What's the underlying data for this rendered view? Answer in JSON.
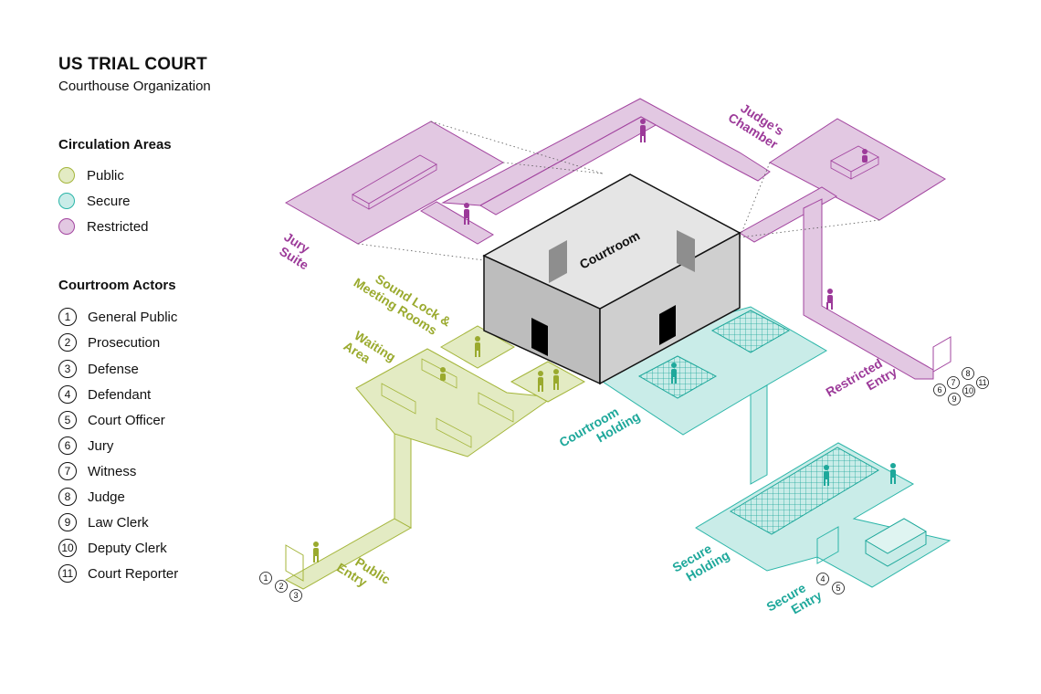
{
  "header": {
    "title": "US TRIAL COURT",
    "subtitle": "Courthouse Organization"
  },
  "legend": {
    "circulation_title": "Circulation Areas",
    "circulation": [
      {
        "label": "Public",
        "fill": "#e3ebc3",
        "stroke": "#a4b53a"
      },
      {
        "label": "Secure",
        "fill": "#c9ece8",
        "stroke": "#2ab5a8"
      },
      {
        "label": "Restricted",
        "fill": "#e2c8e2",
        "stroke": "#a2449f"
      }
    ],
    "actors_title": "Courtroom Actors",
    "actors": [
      {
        "num": "1",
        "label": "General Public"
      },
      {
        "num": "2",
        "label": "Prosecution"
      },
      {
        "num": "3",
        "label": "Defense"
      },
      {
        "num": "4",
        "label": "Defendant"
      },
      {
        "num": "5",
        "label": "Court Officer"
      },
      {
        "num": "6",
        "label": "Jury"
      },
      {
        "num": "7",
        "label": "Witness"
      },
      {
        "num": "8",
        "label": "Judge"
      },
      {
        "num": "9",
        "label": "Law Clerk"
      },
      {
        "num": "10",
        "label": "Deputy Clerk"
      },
      {
        "num": "11",
        "label": "Court Reporter"
      }
    ]
  },
  "diagram": {
    "courtroom_label": "Courtroom",
    "labels": {
      "jury_suite": [
        "Jury",
        "Suite"
      ],
      "judges_chamber": [
        "Judge's",
        "Chamber"
      ],
      "sound_lock": [
        "Sound Lock &",
        "Meeting Rooms"
      ],
      "waiting_area": [
        "Waiting",
        "Area"
      ],
      "courtroom_holding": [
        "Courtroom",
        "Holding"
      ],
      "restricted_entry": [
        "Restricted",
        "Entry"
      ],
      "public_entry": [
        "Public",
        "Entry"
      ],
      "secure_holding": [
        "Secure",
        "Holding"
      ],
      "secure_entry": [
        "Secure",
        "Entry"
      ]
    },
    "entry_numbers": {
      "public": [
        "1",
        "2",
        "3"
      ],
      "secure": [
        "4",
        "5"
      ],
      "restricted": [
        "6",
        "7",
        "8",
        "9",
        "10",
        "11"
      ]
    },
    "colors": {
      "public_text": "#9aaa2e",
      "secure_text": "#1ea89b",
      "restricted_text": "#9c3a99"
    }
  }
}
